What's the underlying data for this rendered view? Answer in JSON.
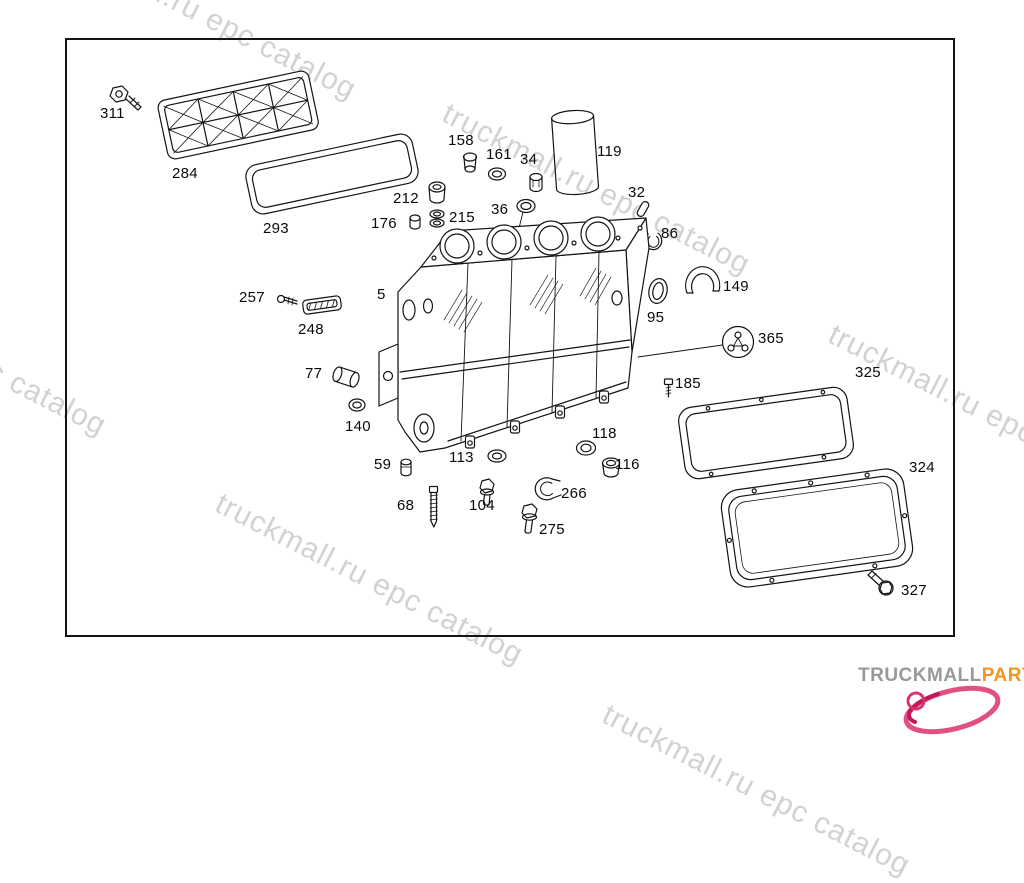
{
  "colors": {
    "line": "#141414",
    "watermark": "#d2d2d2",
    "logo_gray": "#97999b",
    "logo_orange": "#f7941d",
    "logo_pink": "#d6336c"
  },
  "watermark": {
    "text": "truckmall.ru epc catalog"
  },
  "logo": {
    "name_gray": "TRUCKMALL",
    "name_orange": "PARTS"
  },
  "diagram": {
    "parts": [
      {
        "num": "311"
      },
      {
        "num": "284"
      },
      {
        "num": "293"
      },
      {
        "num": "158"
      },
      {
        "num": "161"
      },
      {
        "num": "34"
      },
      {
        "num": "119"
      },
      {
        "num": "212"
      },
      {
        "num": "176"
      },
      {
        "num": "215"
      },
      {
        "num": "36"
      },
      {
        "num": "32"
      },
      {
        "num": "86"
      },
      {
        "num": "149"
      },
      {
        "num": "95"
      },
      {
        "num": "257"
      },
      {
        "num": "248"
      },
      {
        "num": "5"
      },
      {
        "num": "77"
      },
      {
        "num": "140"
      },
      {
        "num": "365"
      },
      {
        "num": "325"
      },
      {
        "num": "185"
      },
      {
        "num": "118"
      },
      {
        "num": "59"
      },
      {
        "num": "113"
      },
      {
        "num": "116"
      },
      {
        "num": "266"
      },
      {
        "num": "104"
      },
      {
        "num": "68"
      },
      {
        "num": "275"
      },
      {
        "num": "324"
      },
      {
        "num": "327"
      }
    ]
  }
}
